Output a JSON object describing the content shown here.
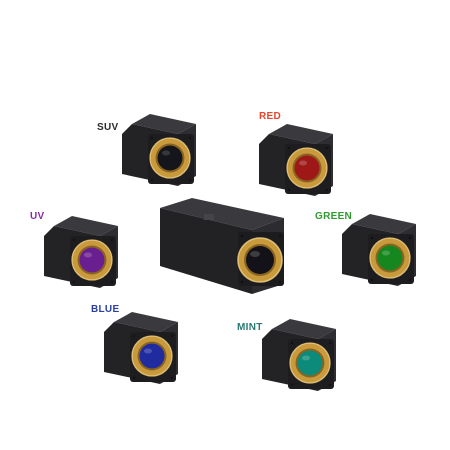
{
  "cameras": [
    {
      "key": "suv",
      "label": "SUV",
      "label_color": "#2b2b2b",
      "filter_color": "#15151c"
    },
    {
      "key": "red",
      "label": "RED",
      "label_color": "#e8452c",
      "filter_color": "#9e1818"
    },
    {
      "key": "uv",
      "label": "UV",
      "label_color": "#8a2aa6",
      "filter_color": "#6a1f90"
    },
    {
      "key": "green",
      "label": "GREEN",
      "label_color": "#2f9a2f",
      "filter_color": "#16871f"
    },
    {
      "key": "blue",
      "label": "BLUE",
      "label_color": "#2a3fa2",
      "filter_color": "#202ba0"
    },
    {
      "key": "mint",
      "label": "MINT",
      "label_color": "#2a7a72",
      "filter_color": "#0c8a7a"
    }
  ],
  "center_camera": {
    "filter_color": "#121218"
  },
  "colors": {
    "body": "#2a2a2d",
    "body_dark": "#161618",
    "ring_gold": "#c99a3c",
    "ring_highlight": "#f2d48a",
    "background": "#ffffff"
  }
}
